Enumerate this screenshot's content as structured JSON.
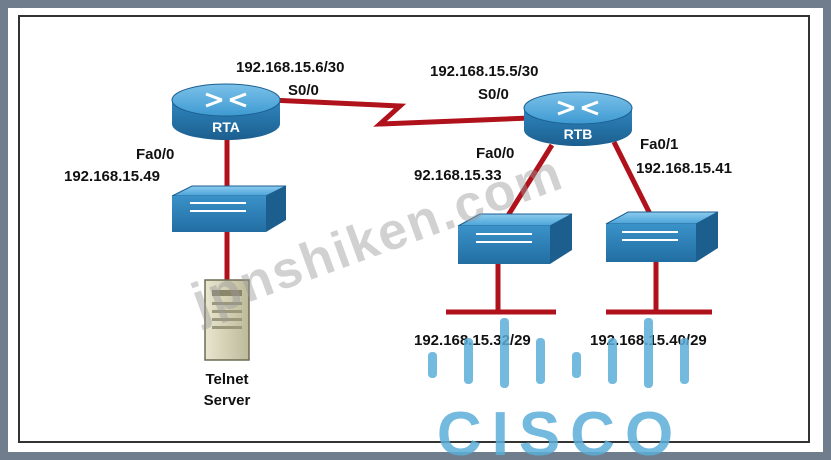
{
  "devices": {
    "rta": {
      "label": "RTA"
    },
    "rtb": {
      "label": "RTB"
    },
    "server": {
      "label_line1": "Telnet",
      "label_line2": "Server"
    }
  },
  "interfaces": {
    "rta_serial_ip": "192.168.15.6/30",
    "rta_serial_port": "S0/0",
    "rtb_serial_ip": "192.168.15.5/30",
    "rtb_serial_port": "S0/0",
    "rta_fa_port": "Fa0/0",
    "rta_fa_ip": "192.168.15.49",
    "rtb_fa0_port": "Fa0/0",
    "rtb_fa0_ip": "92.168.15.33",
    "rtb_fa1_port": "Fa0/1",
    "rtb_fa1_ip": "192.168.15.41"
  },
  "networks": {
    "lan_left": "192.168.15.32/29",
    "lan_right": "192.168.15.40/29"
  },
  "watermark": {
    "text": "jpnshiken.com"
  },
  "logo": {
    "text": "CISCO"
  },
  "colors": {
    "device_blue": "#3d9ad1",
    "device_blue_dark": "#1f6fa6",
    "link_red": "#b0121c",
    "logo_blue": "#5aaed8",
    "frame_bg": "#6f7d8c"
  }
}
